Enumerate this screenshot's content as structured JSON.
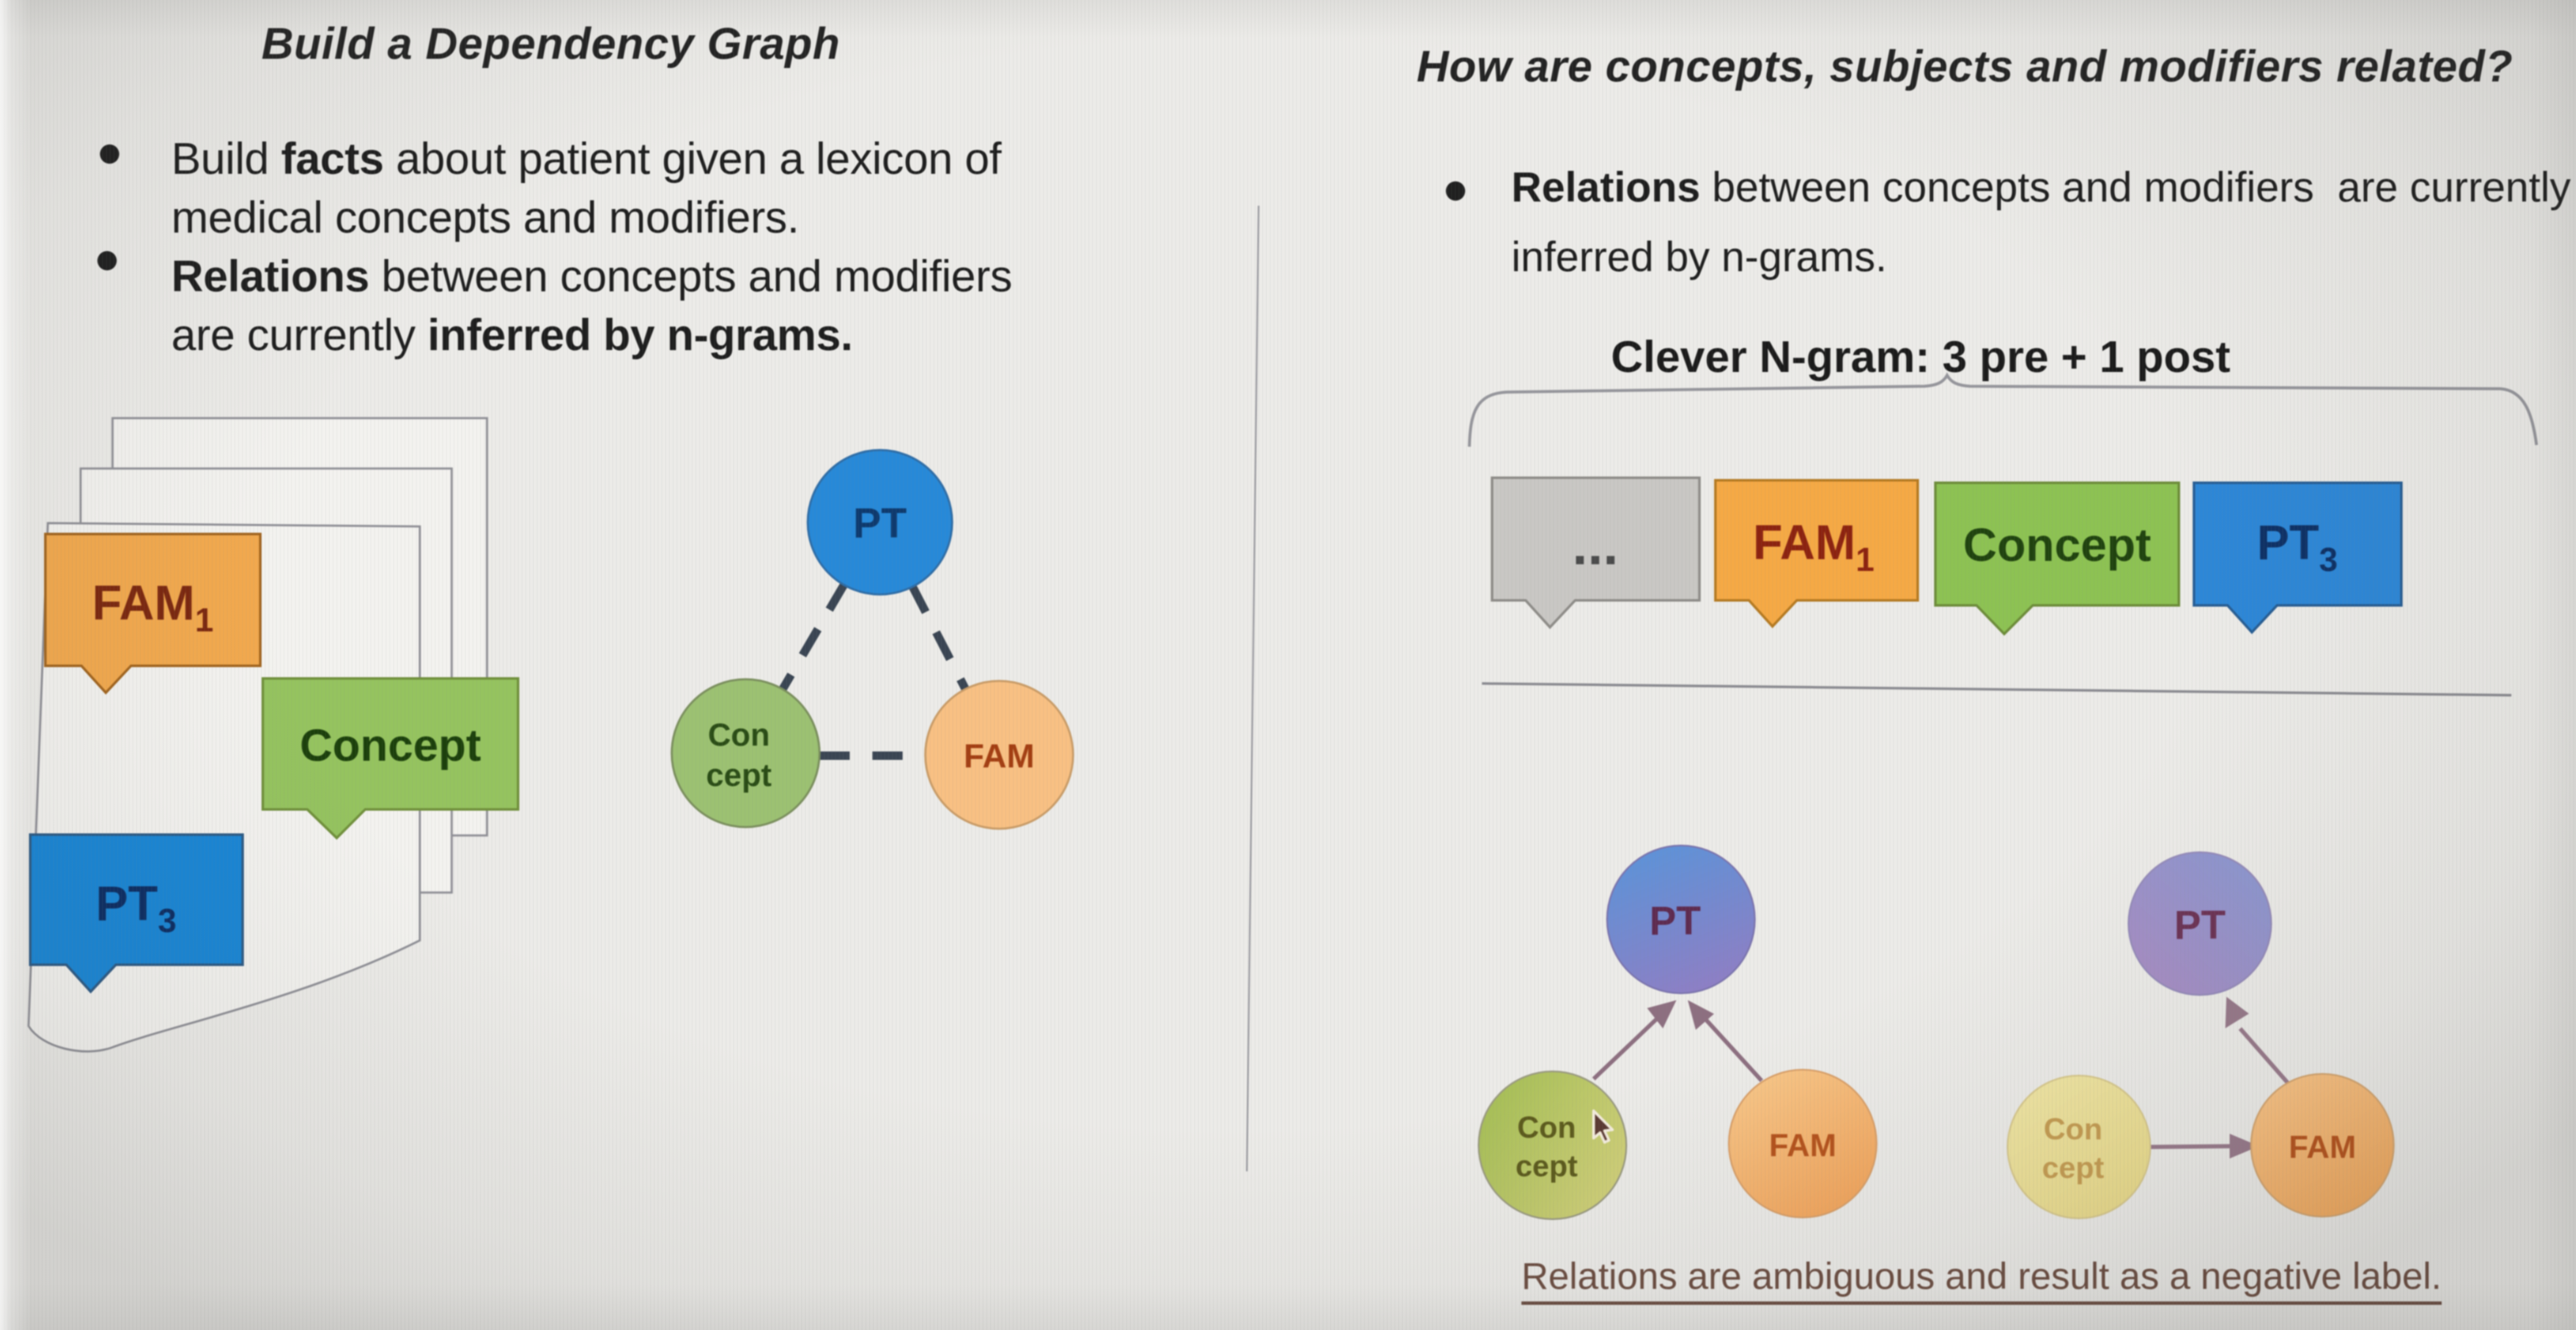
{
  "left_slide": {
    "title": "Build a Dependency Graph",
    "bullets": {
      "lines": [
        [
          {
            "t": "Build ",
            "b": false
          },
          {
            "t": "facts",
            "b": true
          },
          {
            "t": " about patient given a lexicon of",
            "b": false
          }
        ],
        [
          {
            "t": "medical concepts and modifiers.",
            "b": false
          }
        ],
        [
          {
            "t": "Relations",
            "b": true
          },
          {
            "t": " between concepts and modifiers",
            "b": false
          }
        ],
        [
          {
            "t": "are currently ",
            "b": false
          },
          {
            "t": "inferred by n-grams.",
            "b": true
          }
        ]
      ]
    },
    "document_stack": {
      "pages": 3,
      "page_fill": "#f3f2ef",
      "page_border": "#8f8f96",
      "tags": [
        {
          "label": "FAM",
          "subscript": "1",
          "fill": "#f2a94e",
          "border": "#a2651f",
          "text_color": "#7b2810"
        },
        {
          "label": "Concept",
          "subscript": "",
          "fill": "#95c35f",
          "border": "#71903c",
          "text_color": "#1c400c"
        },
        {
          "label": "PT",
          "subscript": "3",
          "fill": "#1a86d5",
          "border": "#2d5a85",
          "text_color": "#0d2e64"
        }
      ]
    },
    "graph": {
      "type": "undirected",
      "edge_style": "dashed",
      "edge_color": "#3a4553",
      "nodes": [
        {
          "id": "pt",
          "label": "PT",
          "fill": "#2789d8",
          "border": "#2f6da6",
          "text_color": "#0e3a6e"
        },
        {
          "id": "concept",
          "label_line1": "Con",
          "label_line2": "cept",
          "fill": "#9cc172",
          "border": "#7b8f5e",
          "text_color": "#2a4c16"
        },
        {
          "id": "fam",
          "label": "FAM",
          "fill": "#f8c083",
          "border": "#c99c68",
          "text_color": "#a33e12"
        }
      ],
      "edges": [
        [
          "pt",
          "concept"
        ],
        [
          "pt",
          "fam"
        ],
        [
          "concept",
          "fam"
        ]
      ]
    }
  },
  "right_slide": {
    "title": "How are concepts, subjects and modifiers related?",
    "bullet": {
      "lines": [
        [
          {
            "t": "Relations",
            "b": true
          },
          {
            "t": " between concepts and modifiers  are currently",
            "b": false
          }
        ],
        [
          {
            "t": "inferred by n-grams.",
            "b": false
          }
        ]
      ]
    },
    "ngram_heading": "Clever N-gram: 3 pre + 1 post",
    "token_tags": [
      {
        "label": "...",
        "subscript": "",
        "fill": "#c9c7c4",
        "border": "#8e8c88",
        "text_color": "#4b4b4b"
      },
      {
        "label": "FAM",
        "subscript": "1",
        "fill": "#f5a945",
        "border": "#b57a22",
        "text_color": "#8c2310"
      },
      {
        "label": "Concept",
        "subscript": "",
        "fill": "#8dc253",
        "border": "#6d8c3a",
        "text_color": "#20430f"
      },
      {
        "label": "PT",
        "subscript": "3",
        "fill": "#2d87d7",
        "border": "#275d93",
        "text_color": "#0e3166"
      }
    ],
    "graphs": [
      {
        "name": "ambiguous-relations",
        "arrow_color": "#8d6f80",
        "nodes": [
          {
            "id": "pt",
            "label": "PT",
            "fill_from": "#5d92d8",
            "fill_to": "#8f7ec4",
            "text_color": "#5e2b50"
          },
          {
            "id": "concept",
            "label_line1": "Con",
            "label_line2": "cept",
            "fill_from": "#a4bd55",
            "fill_to": "#d2d07b",
            "text_color": "#5c5a1d"
          },
          {
            "id": "fam",
            "label": "FAM",
            "fill_from": "#f8c98c",
            "fill_to": "#f3a75f",
            "text_color": "#b5521c"
          }
        ],
        "edges": [
          {
            "from": "concept",
            "to": "pt",
            "directed": true
          },
          {
            "from": "fam",
            "to": "pt",
            "directed": true
          }
        ]
      },
      {
        "name": "chained-relations",
        "arrow_color": "#97798a",
        "nodes": [
          {
            "id": "pt",
            "label": "PT",
            "fill_from": "#8e96cf",
            "fill_to": "#a78dc3",
            "text_color": "#6c3355"
          },
          {
            "id": "concept",
            "label_line1": "Con",
            "label_line2": "cept",
            "fill_from": "#f0e6a6",
            "fill_to": "#e9da8b",
            "text_color": "#c59c52"
          },
          {
            "id": "fam",
            "label": "FAM",
            "fill_from": "#f8c488",
            "fill_to": "#f3ab60",
            "text_color": "#b5521c"
          }
        ],
        "edges": [
          {
            "from": "concept",
            "to": "fam",
            "directed": true
          },
          {
            "from": "fam",
            "to": "pt",
            "directed": true
          }
        ]
      }
    ],
    "caption": "Relations are ambiguous and result as a negative label.",
    "cursor_icon": "mouse-arrow-cursor"
  }
}
